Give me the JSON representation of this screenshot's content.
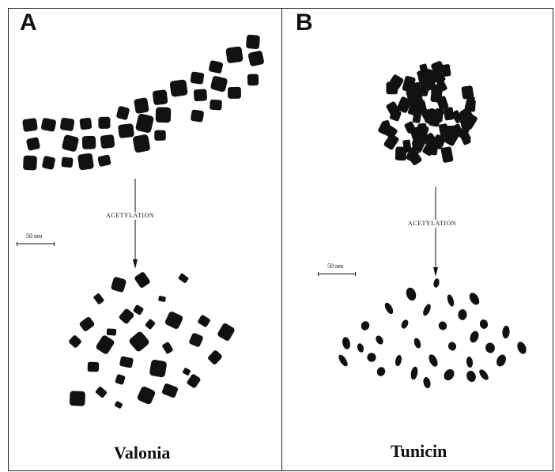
{
  "panels": [
    {
      "letter": "A",
      "step": "ACETYLATION",
      "scale": "50 nm",
      "species": "Valonia"
    },
    {
      "letter": "B",
      "step": "ACETYLATION",
      "scale": "50 nm",
      "species": "Tunicin"
    }
  ],
  "colors": {
    "ink": "#111111",
    "frame": "#222222",
    "background": "#ffffff"
  }
}
